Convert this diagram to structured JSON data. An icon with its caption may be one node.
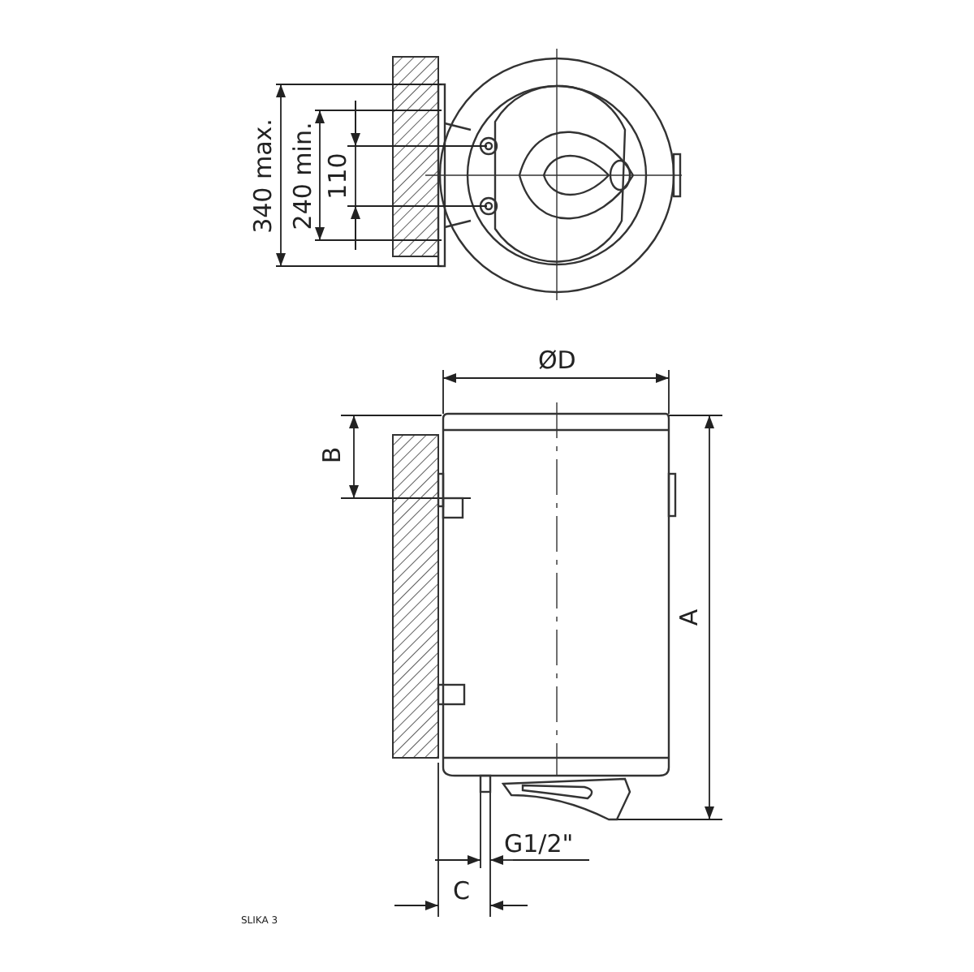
{
  "diagram": {
    "labels": [
      "340 max.",
      "240 min.",
      "110",
      "ØD",
      "B",
      "A",
      "G1/2\"",
      "C",
      "SLIKA 3"
    ]
  }
}
